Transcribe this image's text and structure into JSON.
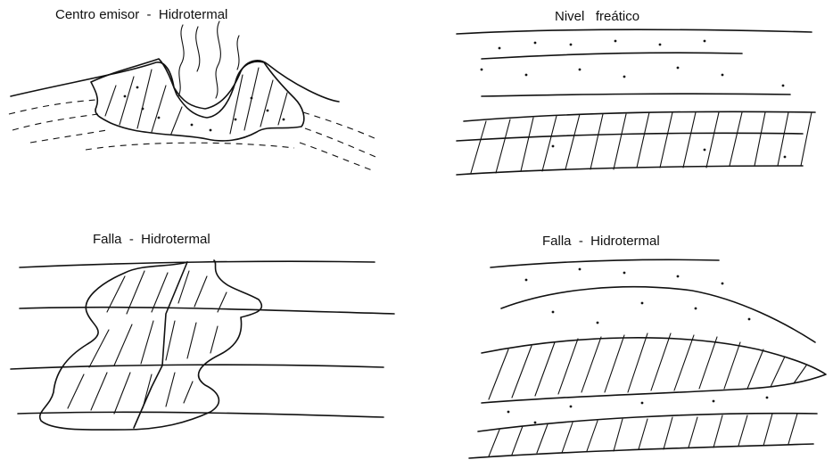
{
  "panels": [
    {
      "id": "top-left",
      "title": "Centro emisor  -  Hidrotermal"
    },
    {
      "id": "top-right",
      "title": "Nivel   freático"
    },
    {
      "id": "bottom-left",
      "title": "Falla  -  Hidrotermal"
    },
    {
      "id": "bottom-right",
      "title": "Falla  -  Hidrotermal"
    }
  ],
  "colors": {
    "ink": "#111111",
    "background": "#ffffff"
  }
}
